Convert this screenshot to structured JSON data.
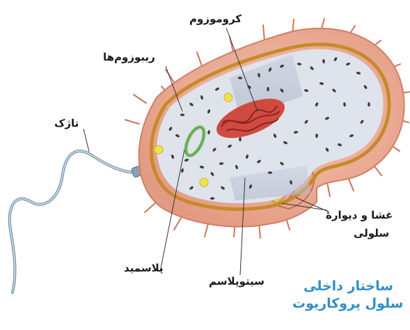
{
  "labels": {
    "chromosome": "کروموزوم",
    "ribosomes": "ریبوزوم‌ها",
    "flagellum": "تاژک",
    "membrane_wall_line1": "غشا و دیوارهٔ",
    "membrane_wall_line2": "سلولی",
    "plasmid": "پلاسمید",
    "cytoplasm": "سیتوپلاسم"
  },
  "title": {
    "line1": "ساختار داخلی",
    "line2": "سلول پروکاریوت"
  },
  "colors": {
    "title": "#2f8fc8",
    "capsule": "#efad96",
    "cell_wall": "#c68a2a",
    "cytoplasm": "#dfe3ec",
    "chromosome": "#cf4a40",
    "plasmid": "#7fbf6a",
    "ribosome": "#3d3d3d",
    "granule": "#f2e24a",
    "flagellum": "#6b8fa8"
  }
}
